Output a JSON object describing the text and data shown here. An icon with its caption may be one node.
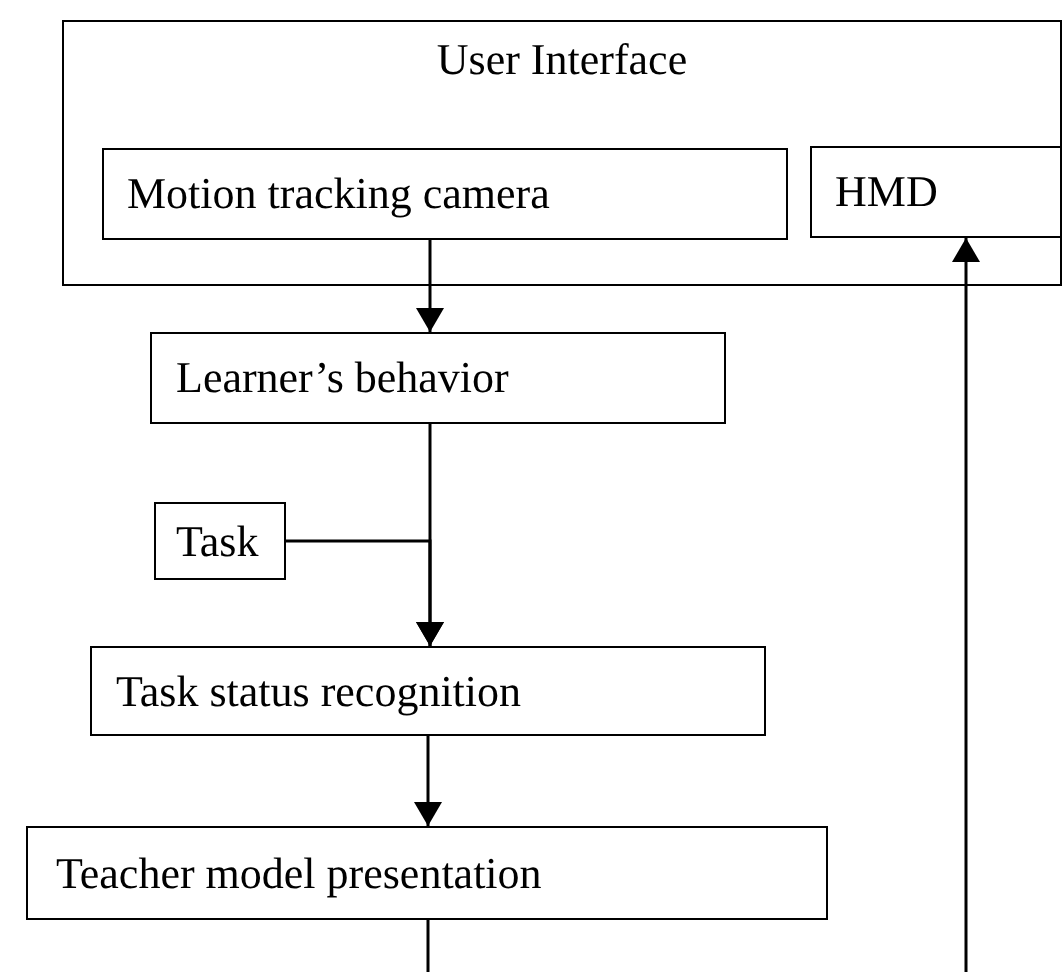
{
  "diagram": {
    "nodes": [
      {
        "text": [
          "User Interface"
        ]
      },
      {
        "text": [
          "Motion tracking camera"
        ],
        "in": 0
      },
      {
        "text": [
          "HMD"
        ],
        "in": 0
      },
      {
        "text": [
          "Learner’s behavior"
        ]
      },
      {
        "text": [
          "Task"
        ]
      },
      {
        "text": [
          "Task status recognition"
        ]
      },
      {
        "text": [
          "Teacher model presentation"
        ]
      }
    ],
    "edges": [
      {
        "from": 1,
        "to": 3,
        "arrow": "to"
      },
      {
        "from": 3,
        "to": 5,
        "arrow": "to"
      },
      {
        "from": 4,
        "to": 5,
        "arrow": "to"
      },
      {
        "from": 5,
        "to": 6,
        "arrow": "to"
      },
      {
        "from": 6,
        "to": null,
        "arrow": "none"
      },
      {
        "from": null,
        "to": 2,
        "arrow": "to"
      }
    ]
  }
}
